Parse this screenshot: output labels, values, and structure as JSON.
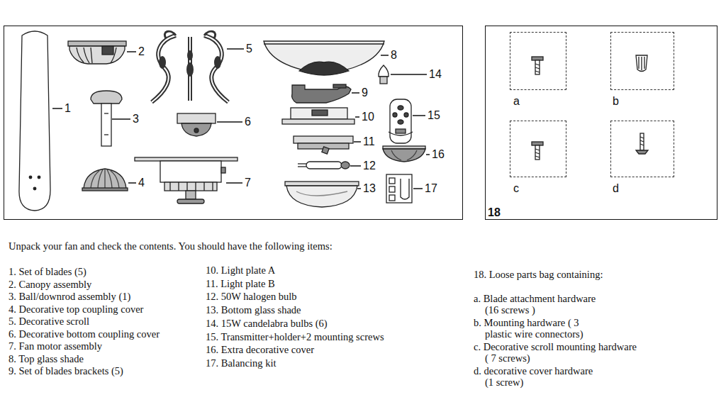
{
  "diagram": {
    "nodes": [
      {
        "text": [
          "1",
          "2",
          "3",
          "4",
          "5",
          "6",
          "7",
          "8",
          "9",
          "10",
          "11",
          "12",
          "13",
          "14",
          "15",
          "16",
          "17"
        ]
      },
      {
        "text": [
          "18"
        ]
      },
      {
        "text": [
          "a"
        ],
        "in": 1
      },
      {
        "text": [
          "b"
        ],
        "in": 1
      },
      {
        "text": [
          "c"
        ],
        "in": 1
      },
      {
        "text": [
          "d"
        ],
        "in": 1
      }
    ],
    "labels": [
      "Unpack your fan and check the contents. You should have the following items:",
      "1. Set of blades (5)",
      "2. Canopy assembly",
      "3. Ball/downrod assembly (1)",
      "4. Decorative top coupling cover",
      "5. Decorative scroll",
      "6. Decorative bottom coupling cover",
      "7. Fan motor assembly",
      "8. Top glass shade",
      "9. Set of blades brackets (5)",
      "10. Light plate A",
      "11. Light plate B",
      "12. 50W halogen bulb",
      "13. Bottom glass shade",
      "14. 15W candelabra bulbs (6)",
      "15. Transmitter+holder+2 mounting screws",
      "16. Extra decorative cover",
      "17. Balancing kit",
      "18. Loose parts bag containing:",
      "a. Blade attachment hardware (16 screws )",
      "b. Mounting hardware ( 3 plastic wire connectors)",
      "c. Decorative scroll mounting hardware ( 7 screws)",
      "d. decorative cover hardware (1 screw)"
    ]
  }
}
